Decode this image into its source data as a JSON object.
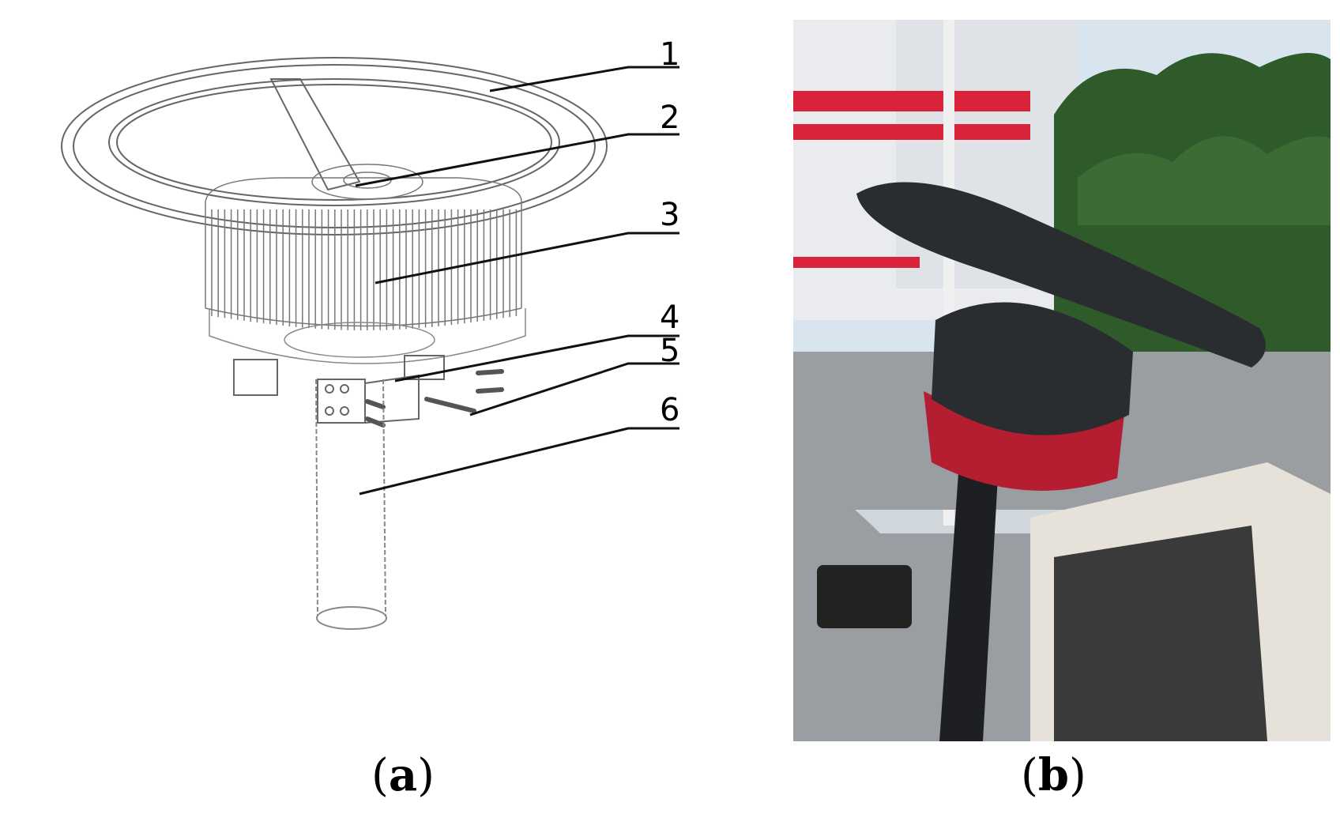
{
  "figure": {
    "panel_a": {
      "caption_open": "(",
      "caption_letter": "a",
      "caption_close": ")",
      "callouts": [
        "1",
        "2",
        "3",
        "4",
        "5",
        "6"
      ]
    },
    "panel_b": {
      "caption_open": "(",
      "caption_letter": "b",
      "caption_close": ")"
    }
  },
  "colors": {
    "line_art": "#555555",
    "callout_line": "#111111",
    "wheel_dark": "#2a2d30",
    "red_frame": "#d9233a",
    "sky": "#d8e4ee",
    "trees": "#2f5a2a",
    "dash_grey": "#9a9ea2"
  }
}
